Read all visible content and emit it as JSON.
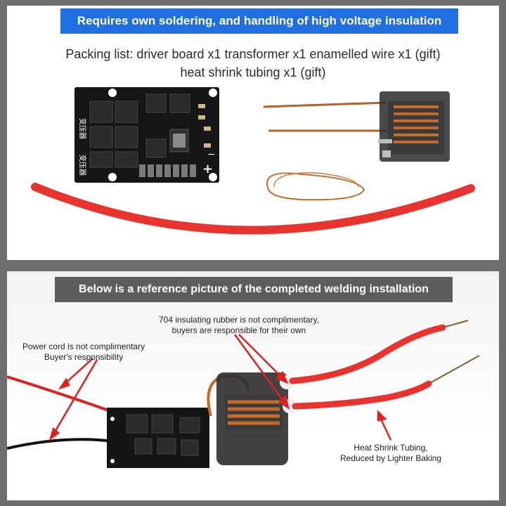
{
  "top_section": {
    "banner": "Requires own soldering, and handling of high voltage insulation",
    "packing_line1": "Packing list: driver board x1 transformer x1 enamelled wire x1 (gift)",
    "packing_line2": "heat shrink tubing x1 (gift)",
    "board_silkscreen": "变压器",
    "polarity_plus": "+",
    "polarity_minus": "−"
  },
  "bottom_section": {
    "banner": "Below is a reference picture of the completed welding installation",
    "note_rubber_line1": "704 insulating rubber is not complimentary,",
    "note_rubber_line2": "buyers are responsible for their own",
    "note_power_line1": "Power cord is not complimentary",
    "note_power_line2": "Buyer's responsibility",
    "note_tubing_line1": "Heat Shrink Tubing,",
    "note_tubing_line2": "Reduced by Lighter Baking"
  },
  "colors": {
    "blue_banner": "#1f6fe0",
    "gray_banner": "#5d5d5d",
    "arrow_red": "#e02020",
    "tubing_red": "#e8332f",
    "pcb_black": "#1a1a1a",
    "copper": "#c56a2a"
  },
  "icons": [
    "driver-board-image",
    "transformer-image",
    "wire-coil-image",
    "heat-shrink-tube-image",
    "arrow-icon"
  ]
}
